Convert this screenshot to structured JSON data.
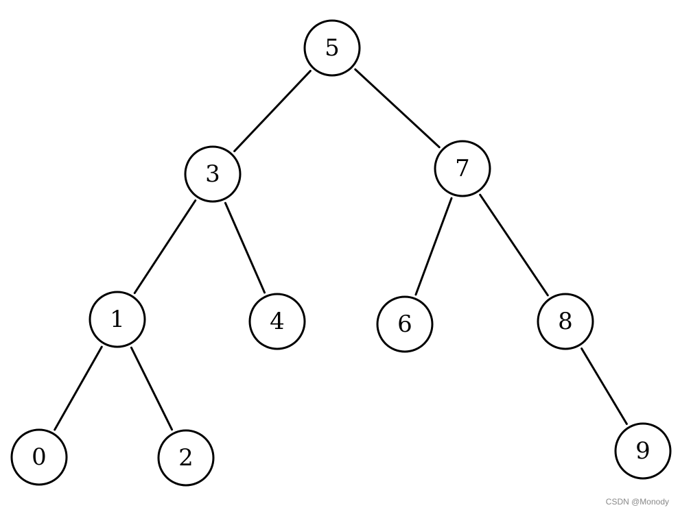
{
  "tree": {
    "nodes": [
      {
        "id": "n5",
        "label": "5"
      },
      {
        "id": "n3",
        "label": "3"
      },
      {
        "id": "n7",
        "label": "7"
      },
      {
        "id": "n1",
        "label": "1"
      },
      {
        "id": "n4",
        "label": "4"
      },
      {
        "id": "n6",
        "label": "6"
      },
      {
        "id": "n8",
        "label": "8"
      },
      {
        "id": "n0",
        "label": "0"
      },
      {
        "id": "n2",
        "label": "2"
      },
      {
        "id": "n9",
        "label": "9"
      }
    ],
    "edges": [
      {
        "from": "n5",
        "to": "n3"
      },
      {
        "from": "n5",
        "to": "n7"
      },
      {
        "from": "n3",
        "to": "n1"
      },
      {
        "from": "n3",
        "to": "n4"
      },
      {
        "from": "n7",
        "to": "n6"
      },
      {
        "from": "n7",
        "to": "n8"
      },
      {
        "from": "n1",
        "to": "n0"
      },
      {
        "from": "n1",
        "to": "n2"
      },
      {
        "from": "n8",
        "to": "n9"
      }
    ]
  },
  "watermark": "CSDN @Monody"
}
